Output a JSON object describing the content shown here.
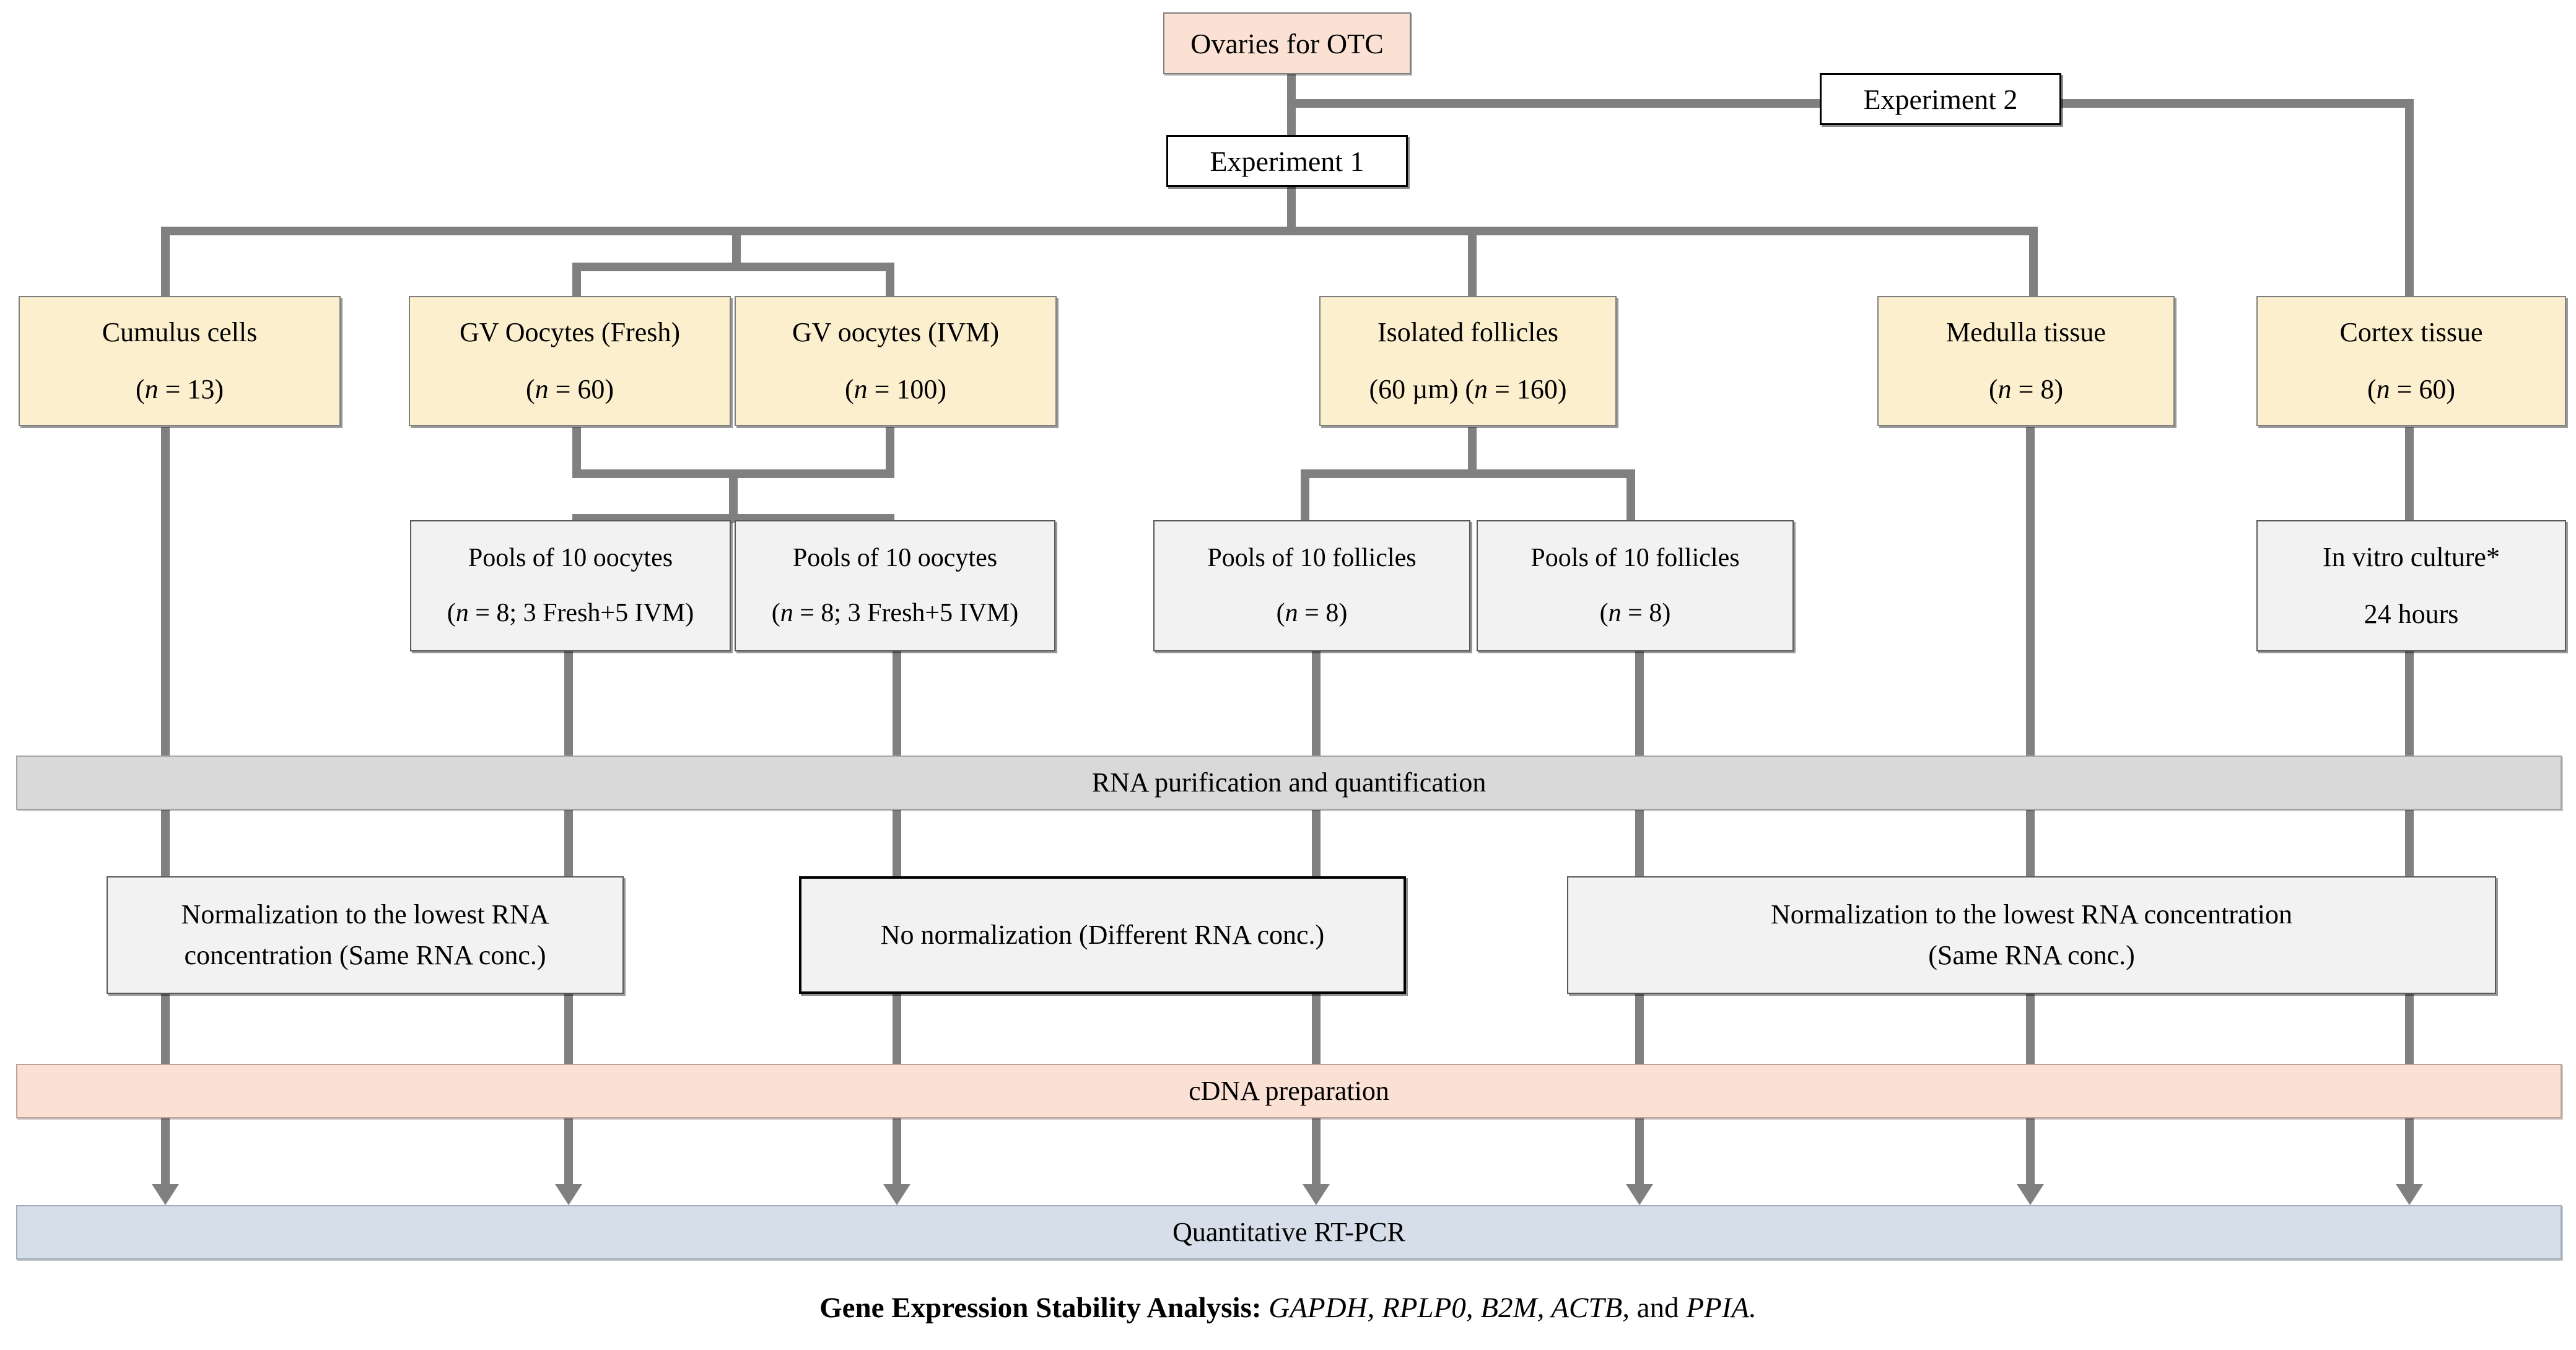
{
  "diagram": {
    "top": {
      "ovaries": "Ovaries for OTC",
      "experiment1": "Experiment 1",
      "experiment2": "Experiment 2"
    },
    "sources": [
      {
        "title": "Cumulus cells",
        "sub_pre": "(",
        "sub_n": "n",
        "sub_post": " = 13)"
      },
      {
        "title": "GV Oocytes (Fresh)",
        "sub_pre": "(",
        "sub_n": "n",
        "sub_post": " = 60)"
      },
      {
        "title": "GV oocytes (IVM)",
        "sub_pre": "(",
        "sub_n": "n",
        "sub_post": " = 100)"
      },
      {
        "title": "Isolated follicles",
        "sub_pre": "(60 µm) (",
        "sub_n": "n",
        "sub_post": " = 160)"
      },
      {
        "title": "Medulla tissue",
        "sub_pre": "(",
        "sub_n": "n",
        "sub_post": " = 8)"
      },
      {
        "title": "Cortex tissue",
        "sub_pre": "(",
        "sub_n": "n",
        "sub_post": " = 60)"
      }
    ],
    "pools": [
      {
        "title": "Pools of 10 oocytes",
        "sub_pre": "(",
        "sub_n": "n",
        "sub_post": " = 8; 3 Fresh+5 IVM)"
      },
      {
        "title": "Pools of 10 oocytes",
        "sub_pre": "(",
        "sub_n": "n",
        "sub_post": " = 8; 3 Fresh+5 IVM)"
      },
      {
        "title": "Pools of 10 follicles",
        "sub_pre": "(",
        "sub_n": "n",
        "sub_post": " = 8)"
      },
      {
        "title": "Pools of 10 follicles",
        "sub_pre": "(",
        "sub_n": "n",
        "sub_post": " = 8)"
      }
    ],
    "culture": {
      "line1": "In vitro culture*",
      "line2": "24 hours"
    },
    "rna_band": "RNA purification and quantification",
    "normalization": [
      {
        "line1": "Normalization to the lowest RNA",
        "line2": "concentration (Same RNA conc.)"
      },
      {
        "line1": "No normalization (Different RNA conc.)",
        "line2": ""
      },
      {
        "line1": "Normalization to the lowest RNA concentration",
        "line2": "(Same RNA conc.)"
      }
    ],
    "cdna_band": "cDNA preparation",
    "rtpcr_band": "Quantitative RT-PCR",
    "caption": {
      "bold": "Gene Expression Stability Analysis:",
      "genes": " GAPDH, RPLP0, B2M, ACTB,",
      "and": " and ",
      "last_gene": "PPIA."
    }
  },
  "colors": {
    "peach": "#fae1d4",
    "yellow": "#fcefcd",
    "grey_box": "#f2f2f2",
    "grey_band": "#d9d9d9",
    "blue_band": "#d6dfe9",
    "connector": "#808080"
  }
}
